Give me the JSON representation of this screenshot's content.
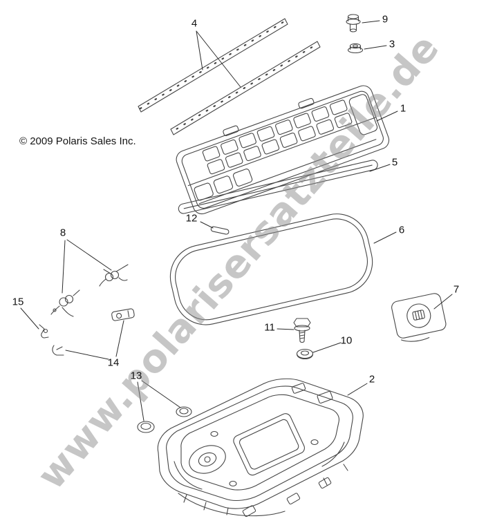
{
  "diagram": {
    "watermark": "www.polarisersatzteile.de",
    "copyright": "© 2009 Polaris Sales Inc.",
    "colors": {
      "line": "#454545",
      "leader": "#2b2b2b",
      "watermark": "#8f8f8f",
      "background": "#ffffff",
      "text": "#111111"
    },
    "callouts": [
      {
        "label": "1"
      },
      {
        "label": "2"
      },
      {
        "label": "3"
      },
      {
        "label": "4"
      },
      {
        "label": "5"
      },
      {
        "label": "6"
      },
      {
        "label": "7"
      },
      {
        "label": "8"
      },
      {
        "label": "9"
      },
      {
        "label": "10"
      },
      {
        "label": "11"
      },
      {
        "label": "12"
      },
      {
        "label": "13"
      },
      {
        "label": "14"
      },
      {
        "label": "15"
      }
    ]
  }
}
